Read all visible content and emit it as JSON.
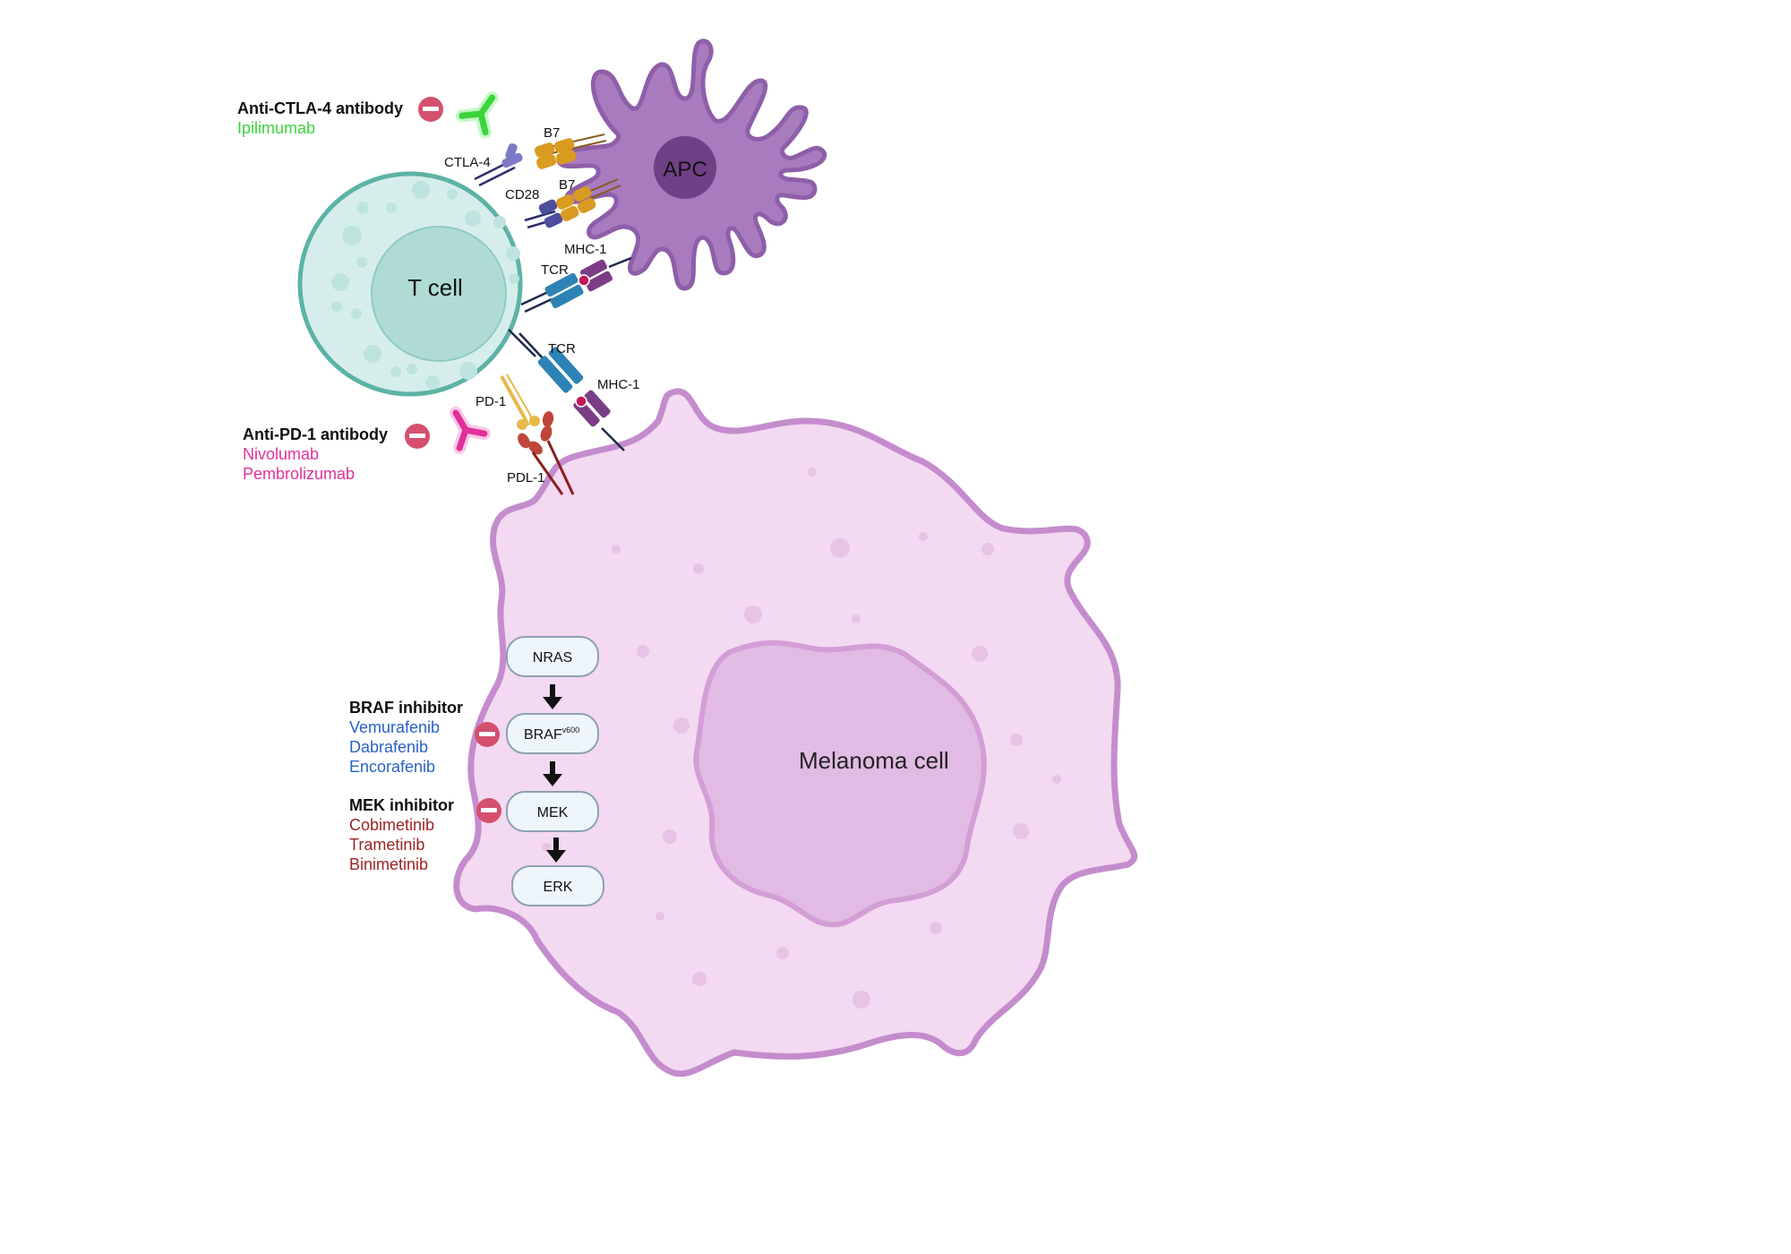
{
  "cells": {
    "tcell": "T cell",
    "apc": "APC",
    "melanoma": "Melanoma cell"
  },
  "receptors": {
    "b7_top": "B7",
    "b7_mid": "B7",
    "ctla4": "CTLA-4",
    "cd28": "CD28",
    "mhc1_apc": "MHC-1",
    "tcr_apc": "TCR",
    "tcr_mel": "TCR",
    "mhc1_mel": "MHC-1",
    "pd1": "PD-1",
    "pdl1": "PDL-1"
  },
  "drugs": {
    "ctla4_title": "Anti-CTLA-4 antibody",
    "ctla4_drug": "Ipilimumab",
    "pd1_title": "Anti-PD-1 antibody",
    "pd1_drugs": [
      "Nivolumab",
      "Pembrolizumab"
    ],
    "braf_title": "BRAF inhibitor",
    "braf_drugs": [
      "Vemurafenib",
      "Dabrafenib",
      "Encorafenib"
    ],
    "mek_title": "MEK inhibitor",
    "mek_drugs": [
      "Cobimetinib",
      "Trametinib",
      "Binimetinib"
    ]
  },
  "pathway": {
    "nras": "NRAS",
    "braf": "BRAF",
    "braf_sup": "v600",
    "mek": "MEK",
    "erk": "ERK"
  },
  "colors": {
    "ctla4_drug": "#3cd33c",
    "pd1_drug": "#e0309a",
    "braf_drug": "#2a62c4",
    "mek_drug": "#9b2424",
    "inhibit": "#d4506e",
    "melanoma_fill": "#f3d9f1",
    "melanoma_edge": "#c48ccd",
    "apc_fill": "#a77bbd",
    "tcell_fill": "#d6eeeb",
    "tcell_edge": "#5cb3a6"
  }
}
